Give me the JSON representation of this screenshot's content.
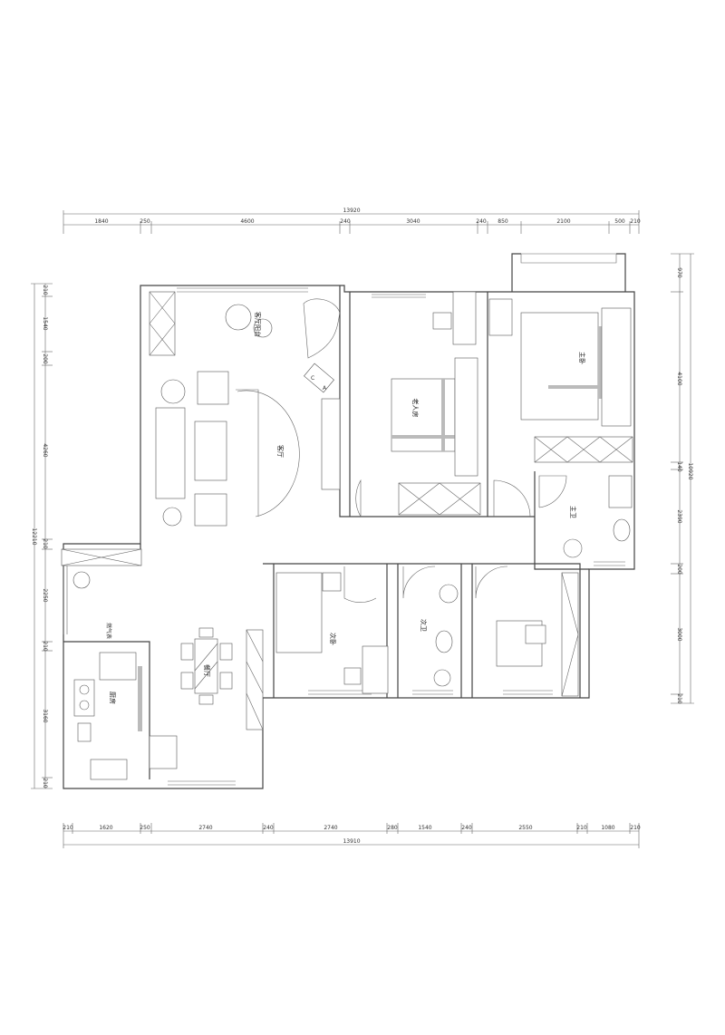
{
  "top_dims": {
    "total": "13920",
    "segments": [
      "1840",
      "250",
      "4600",
      "240",
      "3040",
      "240",
      "850",
      "2100",
      "500",
      "210"
    ]
  },
  "bottom_dims": {
    "total": "13910",
    "segments": [
      "210",
      "1620",
      "250",
      "2740",
      "240",
      "2740",
      "280",
      "1540",
      "240",
      "2550",
      "210",
      "1080",
      "210"
    ]
  },
  "left_dims": {
    "total": "12210",
    "segments": [
      "210",
      "1540",
      "200",
      "4260",
      "210",
      "2250",
      "210",
      "3160",
      "210"
    ]
  },
  "right_dims": {
    "total": "10920",
    "segments": [
      "970",
      "4100",
      "140",
      "2390",
      "200",
      "3000",
      "210"
    ]
  },
  "rooms": {
    "living": "客厅",
    "living_balcony": "客厅阳台",
    "elder_room": "老人房",
    "master_bed": "主卧",
    "master_bath": "主卫",
    "second_bed": "次卧",
    "second_bath": "次卫",
    "dining": "餐厅",
    "kitchen": "厨房",
    "gas_meter": "燃气表"
  },
  "tv_labels": {
    "c": "C",
    "a": "A"
  }
}
